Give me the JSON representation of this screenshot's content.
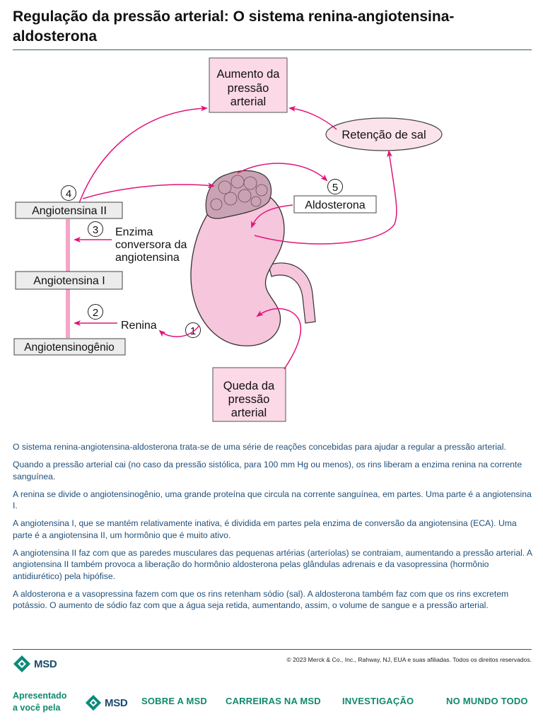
{
  "title": "Regulação da pressão arterial: O sistema renina-angiotensina-aldosterona",
  "diagram": {
    "box_aumento": [
      "Aumento da",
      "pressão",
      "arterial"
    ],
    "retencao": "Retenção de sal",
    "aldosterona": "Aldosterona",
    "angiotensina_ii": "Angiotensina II",
    "angiotensina_i": "Angiotensina I",
    "angiotensinogenio": "Angiotensinogênio",
    "enzima": [
      "Enzima",
      "conversora da",
      "angiotensina"
    ],
    "renina": "Renina",
    "box_queda": [
      "Queda da",
      "pressão",
      "arterial"
    ],
    "steps": [
      "1",
      "2",
      "3",
      "4",
      "5"
    ]
  },
  "paragraphs": [
    "O sistema renina-angiotensina-aldosterona trata-se de uma série de reações concebidas para ajudar a regular a pressão arterial.",
    "Quando a pressão arterial cai (no caso da pressão sistólica, para 100 mm Hg ou menos), os rins liberam a enzima renina na corrente sanguínea.",
    "A renina se divide o angiotensinogênio, uma grande proteína que circula na corrente sanguínea, em partes. Uma parte é a angiotensina I.",
    "A angiotensina I, que se mantém relativamente inativa, é dividida em partes pela enzima de conversão da angiotensina (ECA). Uma parte é a angiotensina II, um hormônio que é muito ativo.",
    "A angiotensina II faz com que as paredes musculares das pequenas artérias (arteríolas) se contraiam, aumentando a pressão arterial. A angiotensina II também provoca a liberação do hormônio aldosterona pelas glândulas adrenais e da vasopressina (hormônio antidiurético) pela hipófise.",
    "A aldosterona e a vasopressina fazem com que os rins retenham sódio (sal). A aldosterona também faz com que os rins excretem potássio. O aumento de sódio faz com que a água seja retida, aumentando, assim, o volume de sangue e a pressão arterial."
  ],
  "footer": {
    "logo_text": "MSD",
    "copyright": "© 2023 Merck & Co., Inc., Rahway, NJ, EUA e suas afiliadas. Todos os direitos reservados."
  },
  "nav": {
    "presented_line1": "Apresentado",
    "presented_line2": "a você pela",
    "logo_text": "MSD",
    "links": [
      "SOBRE A MSD",
      "CARREIRAS NA MSD",
      "INVESTIGAÇÃO",
      "NO MUNDO TODO"
    ]
  },
  "colors": {
    "arrow": "#e0147a",
    "box_pink": "#fbd9e6",
    "kidney": "#f6c6dc",
    "adrenal": "#c9a3b3",
    "text_blue": "#1f4f7a",
    "brand_green": "#0f8a6e",
    "brand_teal": "#0a8a7a"
  }
}
